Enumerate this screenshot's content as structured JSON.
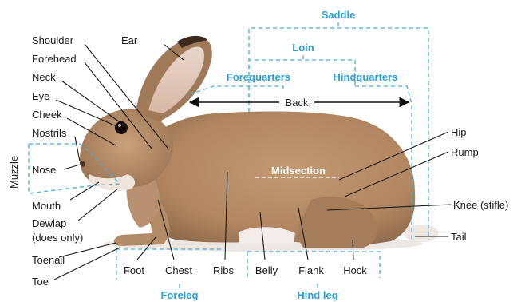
{
  "labels": {
    "ear": "Ear",
    "shoulder": "Shoulder",
    "forehead": "Forehead",
    "neck": "Neck",
    "eye": "Eye",
    "cheek": "Cheek",
    "nostrils": "Nostrils",
    "nose": "Nose",
    "mouth": "Mouth",
    "dewlap_line1": "Dewlap",
    "dewlap_line2": "(does only)",
    "toenail": "Toenail",
    "toe": "Toe",
    "foot": "Foot",
    "chest": "Chest",
    "ribs": "Ribs",
    "belly": "Belly",
    "flank": "Flank",
    "hock": "Hock",
    "hip": "Hip",
    "rump": "Rump",
    "knee": "Knee (stifle)",
    "tail": "Tail",
    "back": "Back"
  },
  "regions": {
    "saddle": "Saddle",
    "loin": "Loin",
    "forequarters": "Forequarters",
    "hindquarters": "Hindquarters",
    "midsection": "Midsection",
    "muzzle": "Muzzle",
    "foreleg": "Foreleg",
    "hind_leg": "Hind leg"
  },
  "colors": {
    "region_label": "#2aa0d8",
    "dashed_bracket": "#4aaedc",
    "leader_line": "#1a1a1a",
    "fur": "#b98f6a"
  }
}
